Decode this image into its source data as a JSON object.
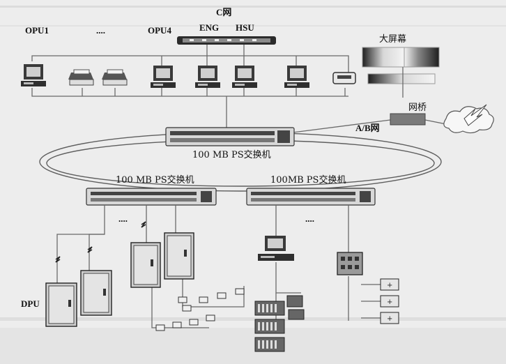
{
  "labels": {
    "c_net": "C网",
    "opu1": "OPU1",
    "dots_top": "....",
    "opu4": "OPU4",
    "eng": "ENG",
    "hsu": "HSU",
    "big_screen": "大屏幕",
    "bridge": "网桥",
    "ab_net": "A/B网",
    "core_switch": "100 MB PS交换机",
    "left_switch": "100 MB PS交换机",
    "right_switch": "100MB PS交换机",
    "dots_left": "....",
    "dots_right": "....",
    "dpu": "DPU"
  },
  "colors": {
    "background": "#ededed",
    "line": "#6a6a6a",
    "device_dark": "#3a3a3a",
    "device_light": "#d4d4d4"
  }
}
